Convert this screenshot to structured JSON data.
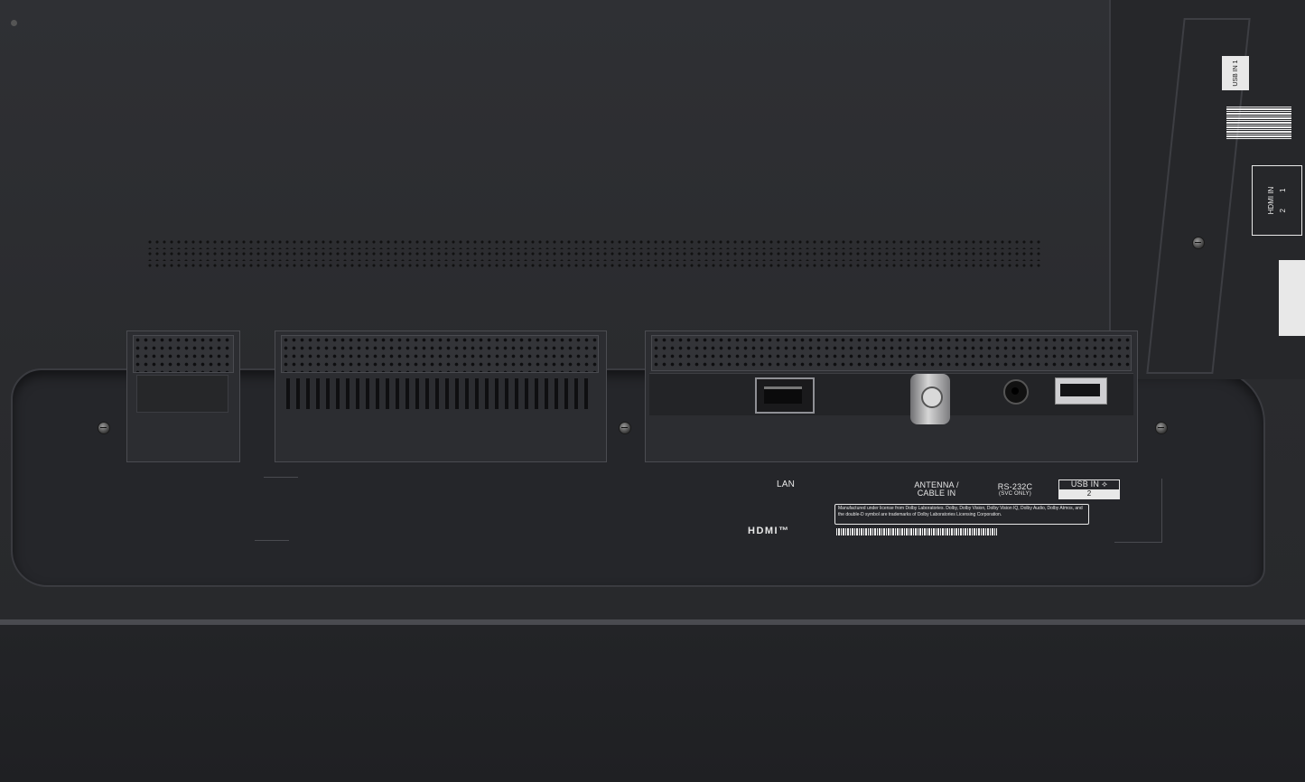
{
  "labels": {
    "lan": "LAN",
    "antenna_line1": "ANTENNA /",
    "antenna_line2": "CABLE IN",
    "rs232c": "RS-232C",
    "rs232c_note": "(SVC ONLY)",
    "usb_in_2_label": "USB IN",
    "usb_in_2_number": "2",
    "hdmi_logo": "HDMI™",
    "dolby_notice": "Manufactured under license from Dolby Laboratories. Dolby, Dolby Vision, Dolby Vision IQ, Dolby Audio, Dolby Atmos, and the double-D symbol are trademarks of Dolby Laboratories Licensing Corporation.",
    "side_usb_in_label": "USB IN",
    "side_usb_in_number": "1",
    "side_hdmi_in_label": "HDMI IN",
    "side_hdmi_in_1": "1",
    "side_hdmi_in_2": "2"
  },
  "colors": {
    "panel": "#2b2c2f",
    "label_text": "#e8e8e8"
  },
  "icons": [
    "usb-symbol-icon",
    "ethernet-port-icon",
    "coaxial-connector-icon",
    "audio-jack-icon",
    "usb-port-icon"
  ]
}
